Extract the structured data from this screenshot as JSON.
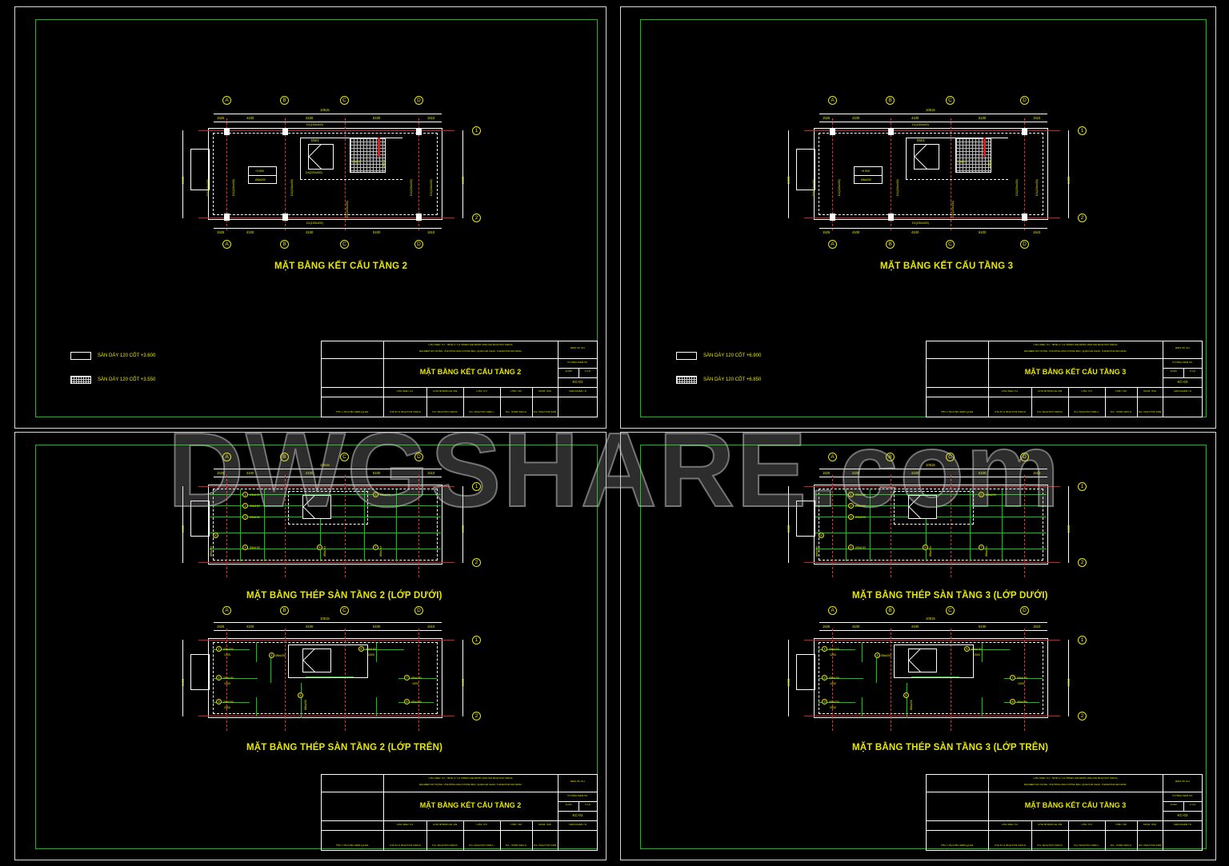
{
  "sheet": {
    "watermark": "DWGSHARE.com",
    "background_color": "#000000",
    "border_color": "#d8d8d8",
    "frame_color": "#00c800"
  },
  "panels": [
    {
      "id": "panel-top-left",
      "plan_title": "MẶT BẰNG KẾT CẤU TẦNG 2",
      "legend": [
        {
          "type": "solid",
          "label": "SÀN DÀY 120 CỐT +3.600"
        },
        {
          "type": "hatch",
          "label": "SÀN DÀY 120 CỐT +3.550"
        }
      ],
      "grid_labels_top": [
        "A",
        "B",
        "C",
        "D"
      ],
      "grid_labels_bottom": [
        "A",
        "B",
        "C",
        "D"
      ],
      "grid_labels_right": [
        "1",
        "2"
      ],
      "dim_overall": "10515",
      "dims_top": [
        "1525",
        "4100",
        "4100",
        "5100",
        "1510"
      ],
      "dims_bottom": [
        "1525",
        "4100",
        "4100",
        "5100",
        "1510"
      ],
      "dim_side": "5000",
      "beam_labels": [
        "D1(150x400)",
        "D1(150x400)",
        "D2(220x400)",
        "D2(220x400)",
        "D2(220x400)",
        "D2(220x400)",
        "D2(220x400)",
        "D3(220x400)",
        "D4(220x400)"
      ],
      "slab_note_1": "DW1",
      "slab_note_2": "DW2",
      "slab_note_3": "DW2\n(100x200)",
      "box_note_top": "+3.600",
      "box_note_bottom": "Ø8a200"
    },
    {
      "id": "panel-top-right",
      "plan_title": "MẶT BẰNG KẾT CẤU TẦNG 3",
      "legend": [
        {
          "type": "solid",
          "label": "SÀN DÀY 120 CỐT +6.900"
        },
        {
          "type": "hatch",
          "label": "SÀN DÀY 120 CỐT +6.850"
        }
      ],
      "grid_labels_top": [
        "A",
        "B",
        "C",
        "D"
      ],
      "grid_labels_bottom": [
        "A",
        "B",
        "C",
        "D"
      ],
      "grid_labels_right": [
        "1",
        "2"
      ],
      "dim_overall": "10515",
      "dims_top": [
        "1525",
        "4100",
        "4100",
        "5100",
        "1510"
      ],
      "dims_bottom": [
        "1525",
        "4100",
        "4100",
        "5100",
        "1510"
      ],
      "dim_side": "5000",
      "slab_note_1": "DW1",
      "slab_note_2": "DW2",
      "box_note_top": "+6.900",
      "box_note_bottom": "Ø8a200"
    },
    {
      "id": "panel-bottom-left",
      "plan_title_upper": "MẶT BẰNG THÉP SÀN TẦNG 2 (LỚP DƯỚI)",
      "plan_title_lower": "MẶT BẰNG THÉP SÀN TẦNG 2 (LỚP TRÊN)",
      "grid_labels_top": [
        "A",
        "B",
        "C",
        "D"
      ],
      "grid_labels_right": [
        "1",
        "2"
      ],
      "dim_overall": "10515",
      "dims_top": [
        "1525",
        "4100",
        "4100",
        "5100",
        "1510"
      ],
      "dim_side": "5000"
    },
    {
      "id": "panel-bottom-right",
      "plan_title_upper": "MẶT BẰNG THÉP SÀN TẦNG 3 (LỚP DƯỚI)",
      "plan_title_lower": "MẶT BẰNG THÉP SÀN TẦNG 3 (LỚP TRÊN)",
      "grid_labels_top": [
        "A",
        "B",
        "C",
        "D"
      ],
      "grid_labels_right": [
        "1",
        "2"
      ],
      "dim_overall": "10515",
      "dims_top": [
        "1525",
        "4100",
        "4100",
        "5100",
        "1510"
      ],
      "dim_side": "5000"
    }
  ],
  "rebar_callouts_lower": [
    {
      "num": "1",
      "spec": "Ø8a150"
    },
    {
      "num": "2",
      "spec": "Ø8a150"
    },
    {
      "num": "3",
      "spec": "Ø8a150"
    },
    {
      "num": "4",
      "spec": "Ø8a150"
    },
    {
      "num": "5",
      "spec": "Ø8a200"
    },
    {
      "num": "6",
      "spec": "Ø8a200"
    },
    {
      "num": "7",
      "spec": "Ø8a200"
    },
    {
      "num": "8",
      "spec": "Ø8a200"
    }
  ],
  "rebar_callouts_upper": [
    {
      "num": "1",
      "spec": "Ø8a200",
      "len": "1200"
    },
    {
      "num": "2",
      "spec": "Ø8a150",
      "len": "1000"
    },
    {
      "num": "3",
      "spec": "Ø8a200",
      "len": "2500"
    },
    {
      "num": "4",
      "spec": "Ø8a200",
      "len": "1200"
    },
    {
      "num": "5",
      "spec": "Ø8a200",
      "len": "1700"
    },
    {
      "num": "6",
      "spec": "Ø8a150",
      "len": "2000"
    },
    {
      "num": "7",
      "spec": "Ø8a150",
      "len": "1000"
    },
    {
      "num": "8",
      "spec": "Ø8a200",
      "len": "900"
    }
  ],
  "title_block": {
    "org_line_1": "CHỦ ĐẦU TƯ : NHÀ Ở TƯ NHÂN GIA ĐÌNH ÔNG BÀ NGUYỄN VĂN A",
    "org_line_2": "ĐỊA ĐIỂM XÂY DỰNG : PHƯỜNG HÒA CƯỜNG BẮC, QUẬN HẢI CHÂU, THÀNH PHỐ ĐÀ NẴNG",
    "col_header_right": "BẢN VẼ SỐ",
    "drawing_no_label": "KÍ HIỆU BẢN VẼ",
    "drawing_no": "KC-01",
    "scale_label": "TỈ LỆ",
    "scale_value": "1/100",
    "approve_label": "GIAI ĐOẠN TK",
    "columns": [
      "CHỦ ĐẦU TƯ",
      "CHỦ NHIỆM DỰ ÁN",
      "CHỦ TRÌ",
      "THIẾT KẾ",
      "KIỂM TRA",
      "GIAI ĐOẠN TK"
    ],
    "signatures": [
      "PHÓ TRƯỞNG BAN QLDA",
      "THS.KTS NGUYỄN VĂN A",
      "KS. NGUYỄN VĂN B",
      "KS. NGUYỄN VĂN C",
      "KS. TRẦN VĂN D",
      "KS. NGUYỄN VĂN E"
    ],
    "panel_titles": [
      "MẶT BẰNG KẾT CẤU TẦNG 2",
      "MẶT BẰNG KẾT CẤU TẦNG 3",
      "MẶT BẰNG KẾT CẤU TẦNG 2",
      "MẶT BẰNG KẾT CẤU TẦNG 3"
    ],
    "drawing_codes": [
      "KC-01",
      "KC-02",
      "KC-01",
      "KC-02"
    ]
  }
}
